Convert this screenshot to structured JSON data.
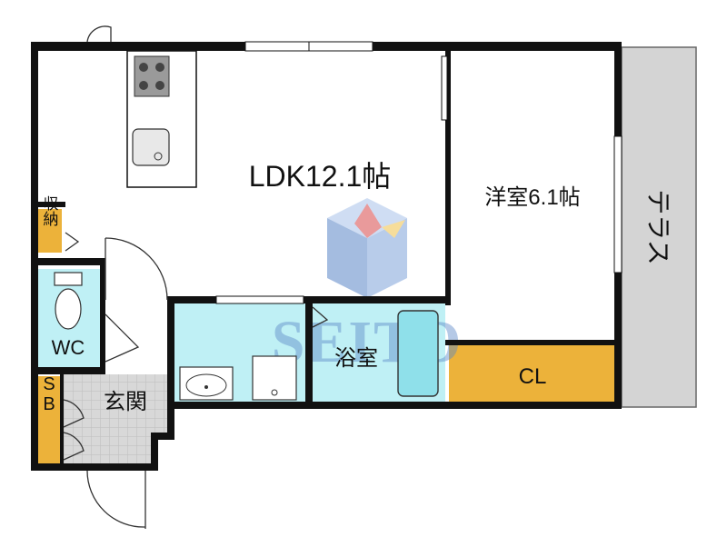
{
  "rooms": {
    "ldk": "LDK12.1帖",
    "western": "洋室6.1帖",
    "terrace": "テラス",
    "bath": "浴室",
    "cl": "CL",
    "wc": "WC",
    "entrance": "玄関",
    "storage": "収納",
    "sb": "SB"
  },
  "watermark": {
    "logo": "SEITO",
    "icon": "seito-cube-logo"
  },
  "colors": {
    "wall": "#111111",
    "terrace": "#d4d4d4",
    "water": "#bff0f5",
    "bathtub": "#8fe0ea",
    "storage": "#ecb23a",
    "entrance_tile": "#d8d8d8",
    "watermark_blue": "#5b87c8",
    "watermark_red": "#d8494b",
    "watermark_gold": "#f0c24a"
  }
}
